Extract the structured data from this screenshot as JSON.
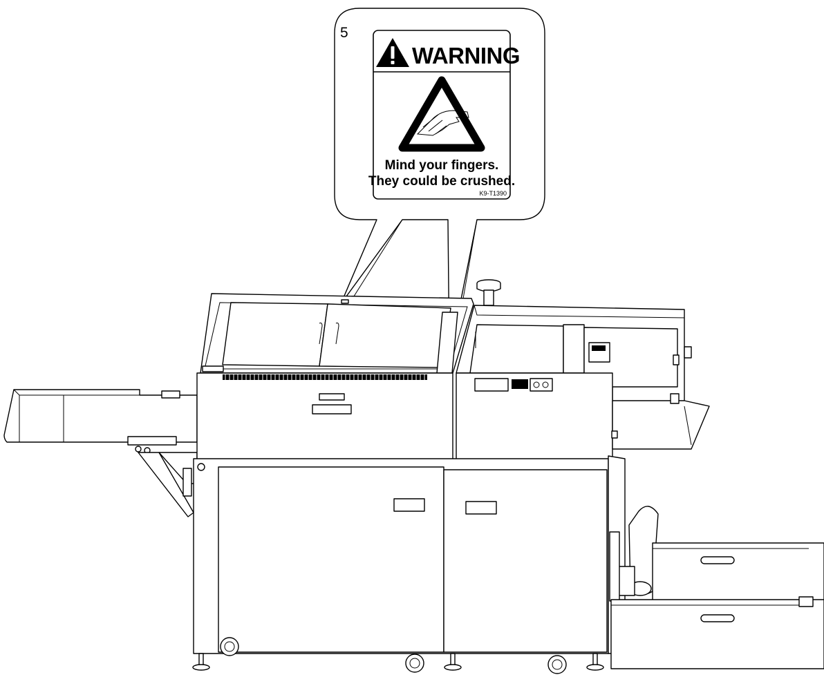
{
  "callout": {
    "number": "5",
    "label_heading": "WARNING",
    "label_line1": "Mind your fingers.",
    "label_line2": "They could be crushed.",
    "label_code": "K9-T1390"
  },
  "icons": {
    "alert": "warning-triangle-icon",
    "pictogram": "hand-crush-icon"
  },
  "colors": {
    "line": "#000000",
    "fill": "#ffffff"
  }
}
